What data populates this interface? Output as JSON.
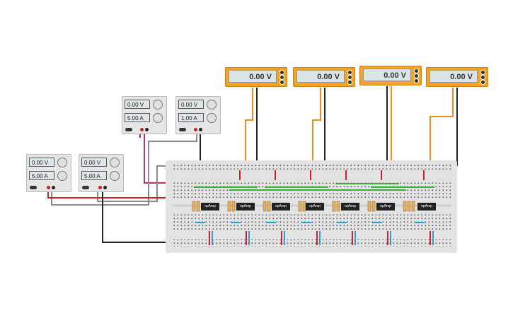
{
  "meters": [
    {
      "reading": "0.00 V"
    },
    {
      "reading": "0.00 V"
    },
    {
      "reading": "0.00 V"
    },
    {
      "reading": "0.00 V"
    }
  ],
  "power_supplies": [
    {
      "voltage": "0.00 V",
      "current": "5.00 A"
    },
    {
      "voltage": "0.00 V",
      "current": "1.00 A"
    },
    {
      "voltage": "0.00 V",
      "current": "5.00 A"
    },
    {
      "voltage": "0.00 V",
      "current": "5.00 A"
    }
  ],
  "chips": [
    {
      "label": "opAmp"
    },
    {
      "label": "opAmp"
    },
    {
      "label": "opAmp"
    },
    {
      "label": "opAmp"
    },
    {
      "label": "opAmp"
    },
    {
      "label": "opAmp"
    },
    {
      "label": "opAmp"
    }
  ],
  "colors": {
    "meter_body": "#f4a324",
    "wire_orange": "#f08a1c",
    "wire_red": "#d42020",
    "wire_black": "#222222",
    "wire_grey": "#8a8a8a",
    "wire_magenta": "#c0307a",
    "wire_green": "#3ab03a",
    "wire_blue": "#2aa0d8"
  }
}
